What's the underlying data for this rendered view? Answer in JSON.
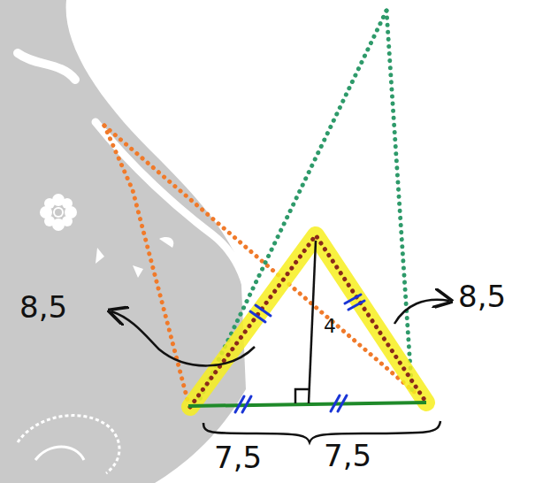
{
  "diagram": {
    "labels": [
      "8,5",
      "8,5",
      "4",
      "7,5",
      "7,5"
    ]
  }
}
